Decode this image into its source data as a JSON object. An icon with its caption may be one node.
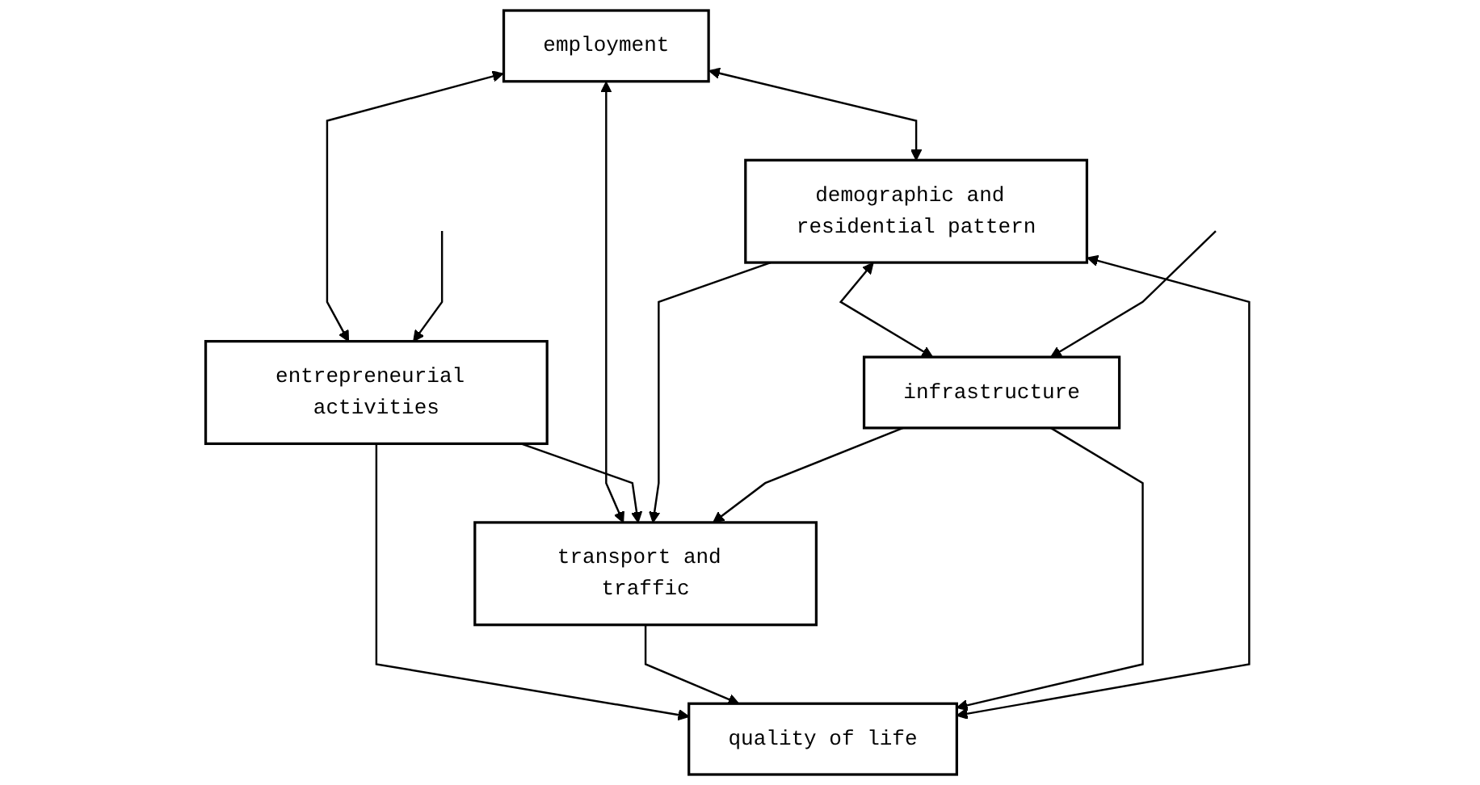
{
  "diagram": {
    "nodes": [
      {
        "text": [
          "employment"
        ]
      },
      {
        "text": [
          "entrepreneurial activities"
        ]
      },
      {
        "text": [
          "transport and traffic"
        ]
      },
      {
        "text": [
          "quality of life"
        ]
      },
      {
        "text": [
          "demographic and residential pattern"
        ]
      },
      {
        "text": [
          "infrastructure"
        ]
      }
    ],
    "edges": [
      {
        "from": 0,
        "to": 1,
        "arrow": "both"
      },
      {
        "from": 0,
        "to": 2,
        "arrow": "both"
      },
      {
        "from": 1,
        "to": 2,
        "arrow": "to"
      },
      {
        "from": 1,
        "to": 3,
        "arrow": "to"
      },
      {
        "from": 2,
        "to": 3,
        "arrow": "to"
      },
      {
        "from": 4,
        "to": 2,
        "arrow": "to"
      },
      {
        "from": 5,
        "to": 3,
        "arrow": "to"
      },
      {
        "from": 5,
        "to": 2,
        "arrow": "to"
      },
      {
        "from": 4,
        "to": 3,
        "arrow": "both"
      },
      {
        "from": 4,
        "to": 5,
        "arrow": "both"
      },
      {
        "from": 0,
        "to": 4,
        "arrow": "both"
      },
      {
        "from": null,
        "to": 1,
        "arrow": "to"
      },
      {
        "from": null,
        "to": 5,
        "arrow": "to"
      }
    ]
  }
}
